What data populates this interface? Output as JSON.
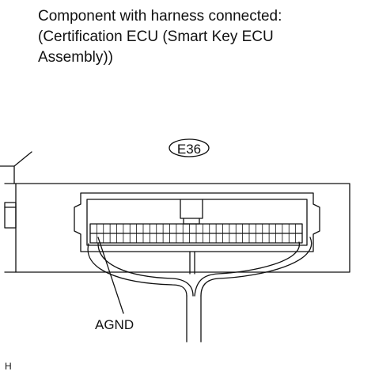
{
  "title": {
    "line1": "Component with harness connected:",
    "line2": "(Certification ECU (Smart Key ECU",
    "line3": "Assembly))"
  },
  "connector": {
    "code": "E36"
  },
  "terminal": {
    "label": "AGND"
  },
  "figure": {
    "code": "H"
  },
  "colors": {
    "line": "#111111",
    "background": "#ffffff"
  }
}
